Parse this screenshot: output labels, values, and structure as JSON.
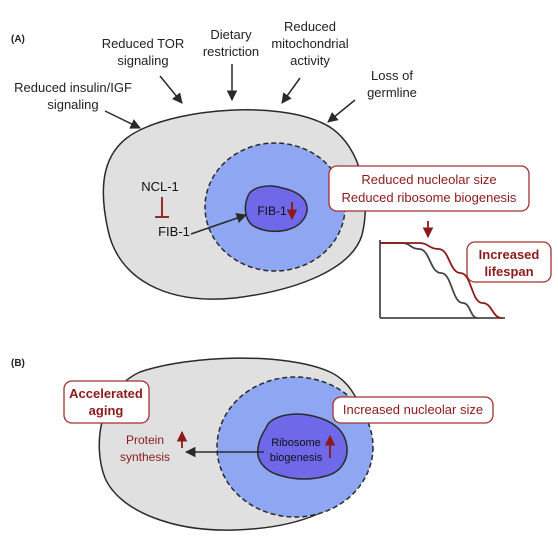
{
  "panel_a": {
    "label": "(A)",
    "stimuli": {
      "insulin": [
        "Reduced insulin/IGF",
        "signaling"
      ],
      "tor": [
        "Reduced TOR",
        "signaling"
      ],
      "diet": [
        "Dietary",
        "restriction"
      ],
      "mito": [
        "Reduced",
        "mitochondrial",
        "activity"
      ],
      "germline": [
        "Loss of",
        "germline"
      ]
    },
    "ncl1": "NCL-1",
    "fib1_left": "FIB-1",
    "fib1_center": "FIB-1",
    "effect_box": [
      "Reduced nucleolar size",
      "Reduced ribosome biogenesis"
    ],
    "lifespan_box": [
      "Increased",
      "lifespan"
    ]
  },
  "panel_b": {
    "label": "(B)",
    "aging_box": [
      "Accelerated",
      "aging"
    ],
    "protein": [
      "Protein",
      "synthesis"
    ],
    "ribosome": [
      "Ribosome",
      "biogenesis"
    ],
    "effect_box": "Increased nucleolar size"
  },
  "colors": {
    "cell_fill": "#e0e0e0",
    "nucleus_fill": "#8fa6f3",
    "nucleolus_fill": "#6f68e8",
    "dark_red": "#8b1a1a",
    "outline": "#2a2a2a"
  },
  "chart_data": {
    "type": "line",
    "title": "",
    "xlabel": "",
    "ylabel": "",
    "series": [
      {
        "values": [
          [
            0,
            1.0
          ],
          [
            0.18,
            1.0
          ],
          [
            0.32,
            0.92
          ],
          [
            0.5,
            0.6
          ],
          [
            0.68,
            0.2
          ],
          [
            0.8,
            0.0
          ]
        ]
      },
      {
        "values": [
          [
            0,
            1.0
          ],
          [
            0.32,
            1.0
          ],
          [
            0.48,
            0.92
          ],
          [
            0.66,
            0.6
          ],
          [
            0.84,
            0.2
          ],
          [
            1.0,
            0.0
          ]
        ]
      }
    ]
  }
}
